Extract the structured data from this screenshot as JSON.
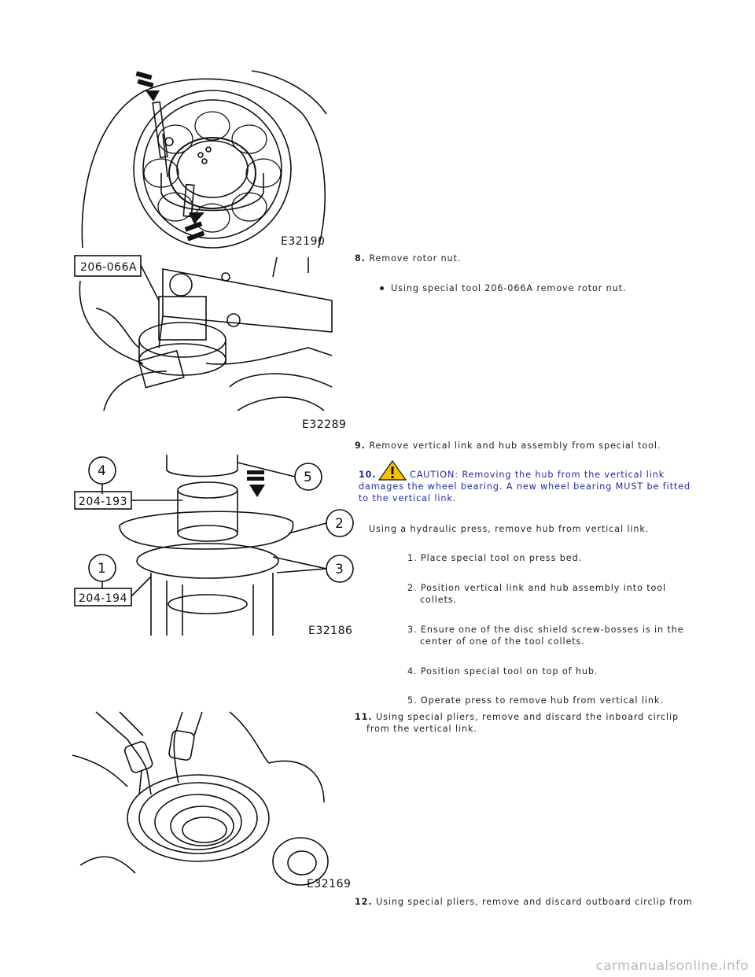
{
  "figures": {
    "fig1": {
      "label": "E32190"
    },
    "fig2": {
      "label": "E32289",
      "tool_label": "206-066A"
    },
    "fig3": {
      "label": "E32186",
      "tool_top": "204-193",
      "tool_bottom": "204-194",
      "callouts": [
        "4",
        "5",
        "2",
        "3",
        "1"
      ]
    },
    "fig4": {
      "label": "E32169"
    }
  },
  "steps": {
    "s8": {
      "num": "8.",
      "text": "Remove rotor nut.",
      "bullet": "Using special tool 206-066A remove rotor nut."
    },
    "s9": {
      "num": "9.",
      "text": "Remove vertical link and hub assembly from special tool."
    },
    "s10": {
      "num": "10.",
      "caution_line1": "CAUTION: Removing the hub from the vertical link",
      "caution_line2": "damages the wheel bearing. A new wheel bearing MUST be fitted",
      "caution_line3": "to the vertical link.",
      "intro": "Using a hydraulic press, remove hub from vertical link.",
      "substeps": [
        {
          "l1": "1. Place special tool on press bed.",
          "l2": ""
        },
        {
          "l1": "2. Position vertical link and hub assembly into tool",
          "l2": "collets."
        },
        {
          "l1": "3. Ensure one of the disc shield screw-bosses is in the",
          "l2": "center of one of the tool collets."
        },
        {
          "l1": "4. Position special tool on top of hub.",
          "l2": ""
        },
        {
          "l1": "5. Operate press to remove hub from vertical link.",
          "l2": ""
        }
      ]
    },
    "s11": {
      "num": "11.",
      "line1": "Using special pliers, remove and discard the inboard circlip",
      "line2": "from the vertical link."
    },
    "s12": {
      "num": "12.",
      "line1": "Using special pliers, remove and discard outboard circlip from"
    }
  },
  "watermark": "carmanualsonline.info"
}
